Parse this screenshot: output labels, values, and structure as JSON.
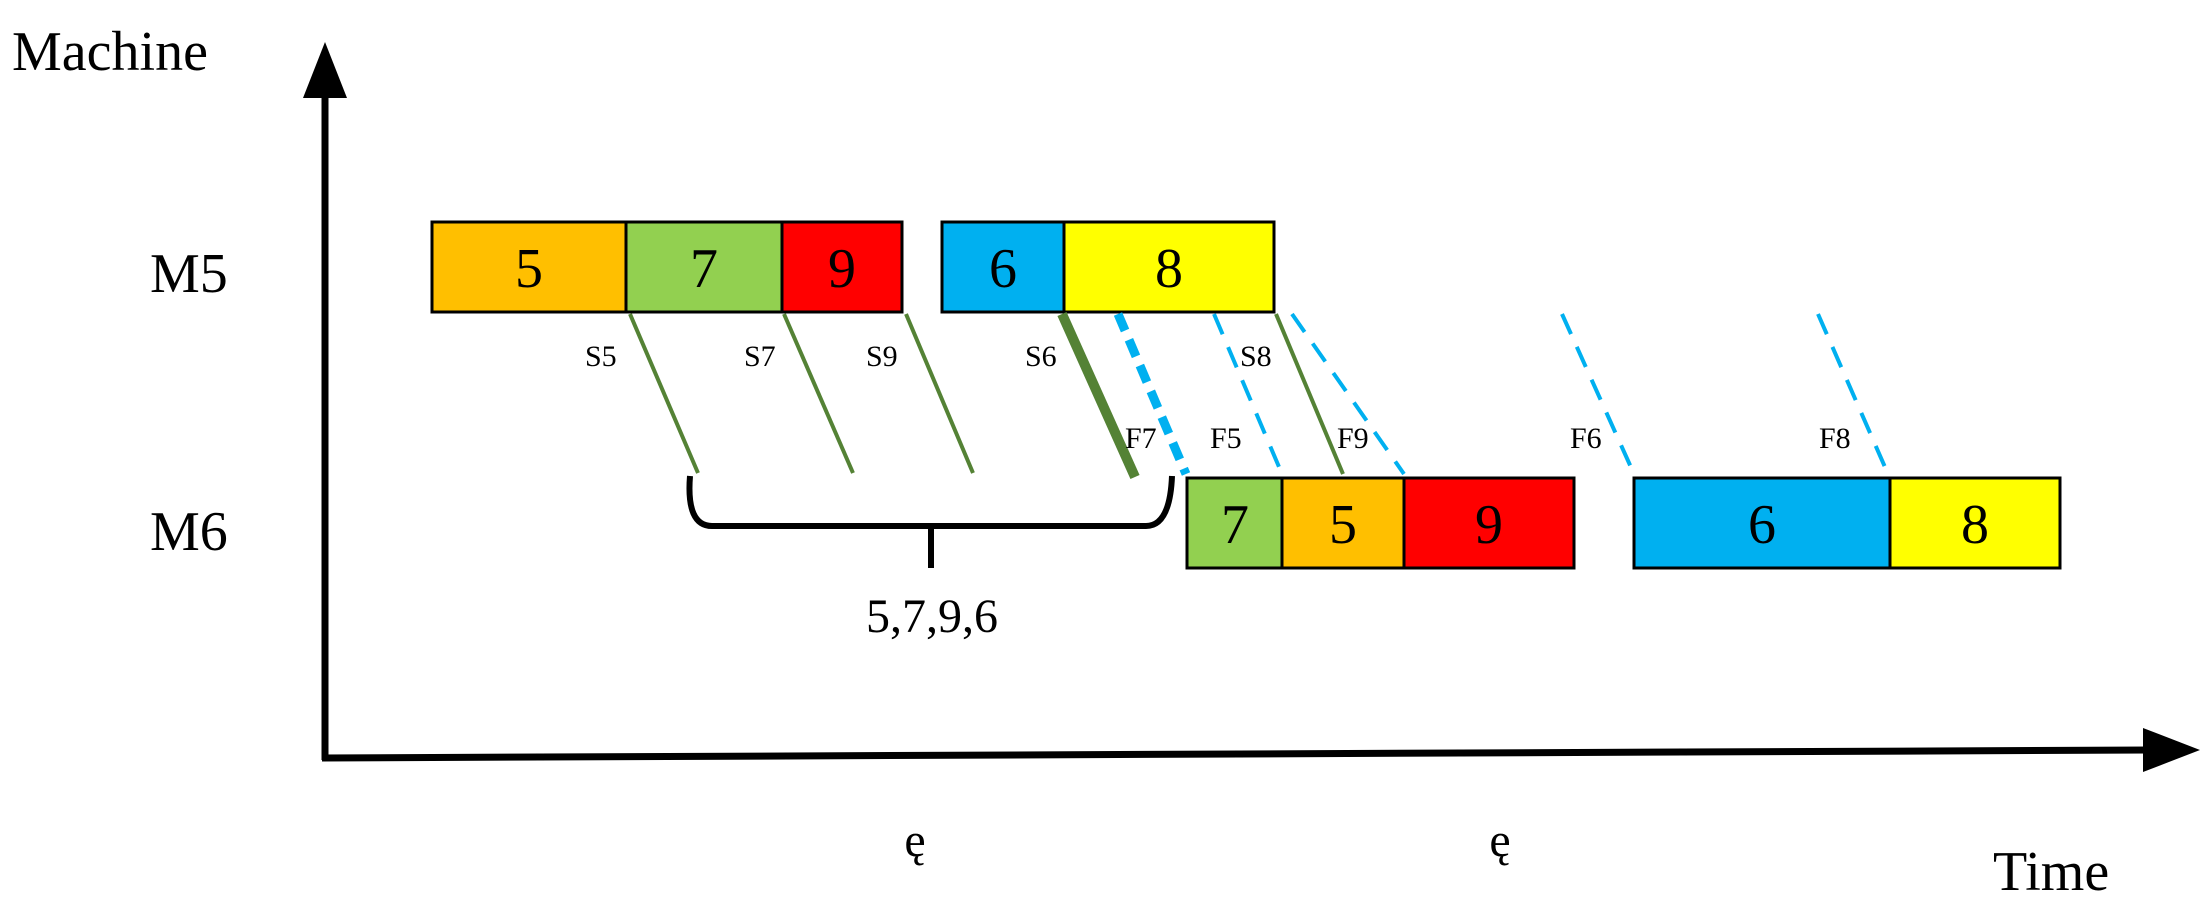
{
  "axes": {
    "y_label": "Machine",
    "x_label": "Time"
  },
  "machines": [
    {
      "name": "M5",
      "blocks": [
        {
          "label": "5",
          "color": "#ffbf00"
        },
        {
          "label": "7",
          "color": "#92d050"
        },
        {
          "label": "9",
          "color": "#ff0000"
        },
        {
          "label": "6",
          "color": "#00b0f0"
        },
        {
          "label": "8",
          "color": "#ffff00"
        }
      ]
    },
    {
      "name": "M6",
      "blocks": [
        {
          "label": "7",
          "color": "#92d050"
        },
        {
          "label": "5",
          "color": "#ffbf00"
        },
        {
          "label": "9",
          "color": "#ff0000"
        },
        {
          "label": "6",
          "color": "#00b0f0"
        },
        {
          "label": "8",
          "color": "#ffff00"
        }
      ]
    }
  ],
  "start_markers": [
    "S5",
    "S7",
    "S9",
    "S6",
    "S8"
  ],
  "finish_markers": [
    "F7",
    "F5",
    "F9",
    "F6",
    "F8"
  ],
  "group": {
    "label": "5,7,9,6"
  },
  "bottom_glyphs": [
    "ę",
    "ę"
  ],
  "colors": {
    "start_line": "#548235",
    "finish_line": "#00b0f0",
    "axis": "#000000"
  }
}
